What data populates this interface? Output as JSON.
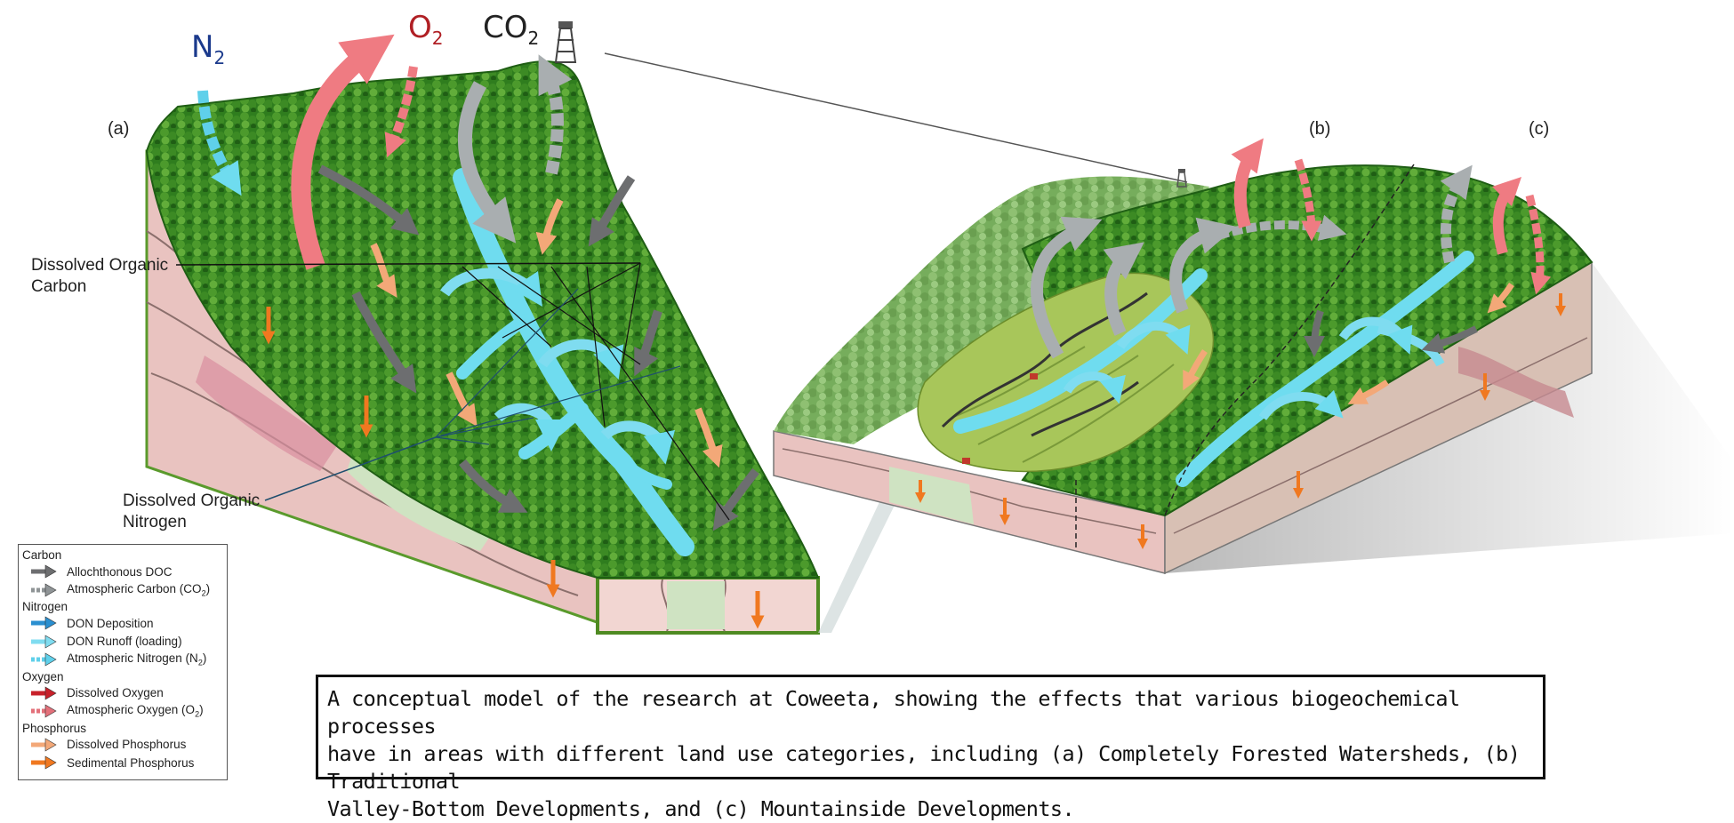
{
  "gases": {
    "n2": {
      "base": "N",
      "sub": "2",
      "color": "#1b3a8c"
    },
    "o2": {
      "base": "O",
      "sub": "2",
      "color": "#b01f24"
    },
    "co2": {
      "base": "CO",
      "sub": "2",
      "color": "#222222"
    }
  },
  "panel_labels": {
    "a": "(a)",
    "b": "(b)",
    "c": "(c)"
  },
  "callouts": {
    "doc": {
      "line1": "Dissolved Organic",
      "line2": "Carbon"
    },
    "don": {
      "line1": "Dissolved Organic",
      "line2": "Nitrogen"
    }
  },
  "legend": {
    "groups": [
      {
        "title": "Carbon",
        "items": [
          {
            "label": "Allochthonous DOC",
            "color": "#6d6e70",
            "dashed": false
          },
          {
            "label": "Atmospheric Carbon (CO",
            "sub": "2",
            "tail": ")",
            "color": "#8f9496",
            "dashed": true
          }
        ]
      },
      {
        "title": "Nitrogen",
        "items": [
          {
            "label": "DON Deposition",
            "color": "#2a8fd0",
            "dashed": false
          },
          {
            "label": "DON Runoff (loading)",
            "color": "#7fdcf0",
            "dashed": false
          },
          {
            "label": "Atmospheric Nitrogen (N",
            "sub": "2",
            "tail": ")",
            "color": "#5fd0ea",
            "dashed": true
          }
        ]
      },
      {
        "title": "Oxygen",
        "items": [
          {
            "label": "Dissolved Oxygen",
            "color": "#c8202a",
            "dashed": false
          },
          {
            "label": "Atmospheric Oxygen (O",
            "sub": "2",
            "tail": ")",
            "color": "#e3707a",
            "dashed": true
          }
        ]
      },
      {
        "title": "Phosphorus",
        "items": [
          {
            "label": "Dissolved Phosphorus",
            "color": "#f3a878",
            "dashed": false
          },
          {
            "label": "Sedimental Phosphorus",
            "color": "#f07820",
            "dashed": false
          }
        ]
      }
    ]
  },
  "caption": {
    "line1": "A conceptual model of the research at Coweeta, showing the effects that various biogeochemical processes",
    "line2": "have in areas with different land use categories, including (a) Completely Forested Watersheds, (b) Traditional",
    "line3": "Valley-Bottom Developments, and (c) Mountainside Developments."
  },
  "colors": {
    "forest": "#2f7d1e",
    "forest_light": "#5ea83a",
    "soil_pink": "#e9c3c0",
    "soil_green": "#cfe3c2",
    "river": "#6fdcef",
    "pasture": "#a8c65a"
  }
}
